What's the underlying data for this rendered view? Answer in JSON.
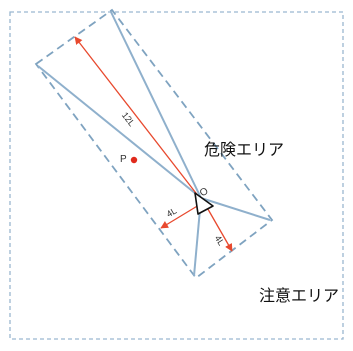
{
  "labels": {
    "danger_zone": "危険エリア",
    "caution_zone": "注意エリア",
    "length_12l": "12L",
    "length_4l_left": "4L",
    "length_4l_right": "4L",
    "point_p": "P",
    "point_o": "O"
  },
  "colors": {
    "frame": "#9ab7d0",
    "rectangle": "#7fa3c0",
    "fan_lines": "#8fb0cc",
    "dimension": "#e8492e",
    "point": "#e02a1c",
    "triangle_fill": "#ffffff",
    "triangle_stroke": "#111111"
  }
}
